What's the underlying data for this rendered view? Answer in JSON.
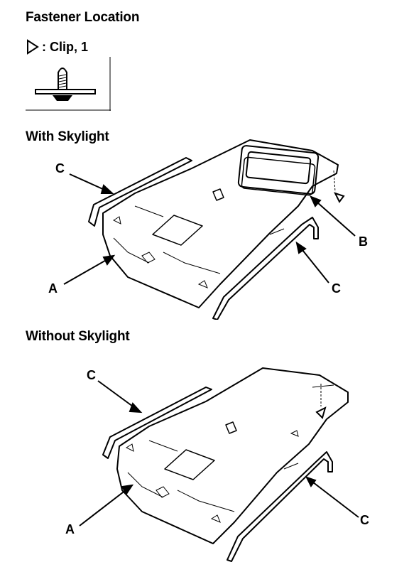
{
  "fastener_location": {
    "title": "Fastener Location",
    "clip_legend": ": Clip, 1"
  },
  "with_skylight": {
    "title": "With Skylight",
    "labels": {
      "a": "A",
      "b": "B",
      "c_top": "C",
      "c_right": "C"
    }
  },
  "without_skylight": {
    "title": "Without Skylight",
    "labels": {
      "a": "A",
      "c_top": "C",
      "c_right": "C"
    }
  }
}
